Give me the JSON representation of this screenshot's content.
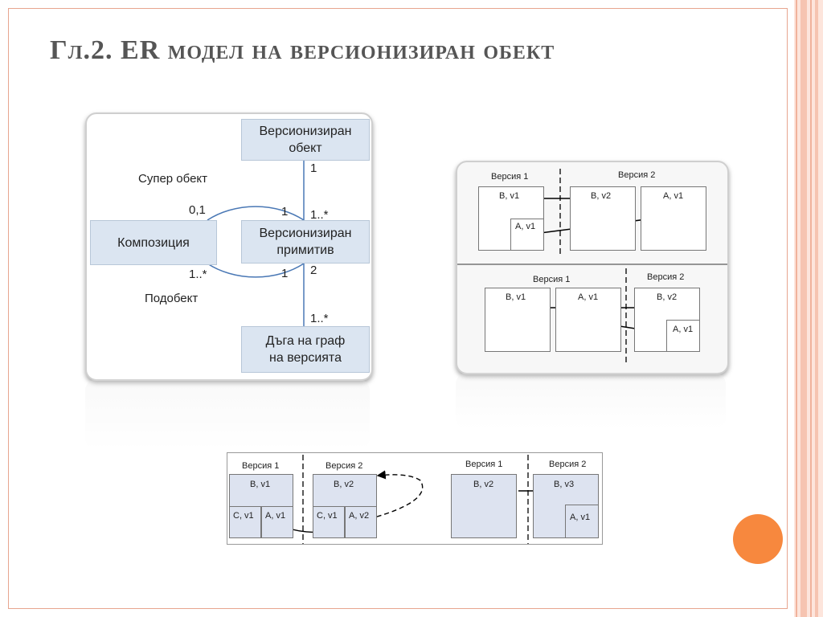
{
  "slide": {
    "title": "Гл.2. ER модел на версионизиран обект",
    "accent_color": "#f7883e",
    "frame_color": "#e7a58f"
  },
  "er_diagram": {
    "entity_versioned_object": [
      "Версионизиран",
      "обект"
    ],
    "entity_composition": "Композиция",
    "entity_versioned_primitive": [
      "Версионизиран",
      "примитив"
    ],
    "entity_graph_arc": [
      "Дъга на граф",
      "на версията"
    ],
    "role_super_object": "Супер обект",
    "role_sub_object": "Подобект",
    "card_0_1": "0,1",
    "card_1_top": "1",
    "card_1_many_top": "1..*",
    "card_1_many_left": "1..*",
    "card_1_bottom": "1",
    "card_2": "2",
    "card_1_right": "1",
    "card_1_many_bottom": "1..*"
  },
  "versions_diagram": {
    "top_version1": "Версия 1",
    "top_version2": "Версия 2",
    "top_b_v1": "B, v1",
    "top_a_v1": "A, v1",
    "top_b_v2": "B, v2",
    "top_a_v1_right": "A, v1",
    "bottom_version1": "Версия 1",
    "bottom_version2": "Версия 2",
    "bottom_b_v1": "B, v1",
    "bottom_a_v1": "A, v1",
    "bottom_b_v2": "B, v2",
    "bottom_a_v1_inner": "A, v1"
  },
  "bottom_diagram": {
    "left_version1": "Версия 1",
    "left_version2": "Версия 2",
    "left_b_v1": "B, v1",
    "left_c_v1": "C, v1",
    "left_a_v1": "A, v1",
    "left_b_v2": "B, v2",
    "left_c_v1_b": "C, v1",
    "left_a_v2": "A, v2",
    "right_version1": "Версия 1",
    "right_version2": "Версия 2",
    "right_b_v2": "B, v2",
    "right_b_v3": "B, v3",
    "right_a_v1": "A, v1"
  }
}
